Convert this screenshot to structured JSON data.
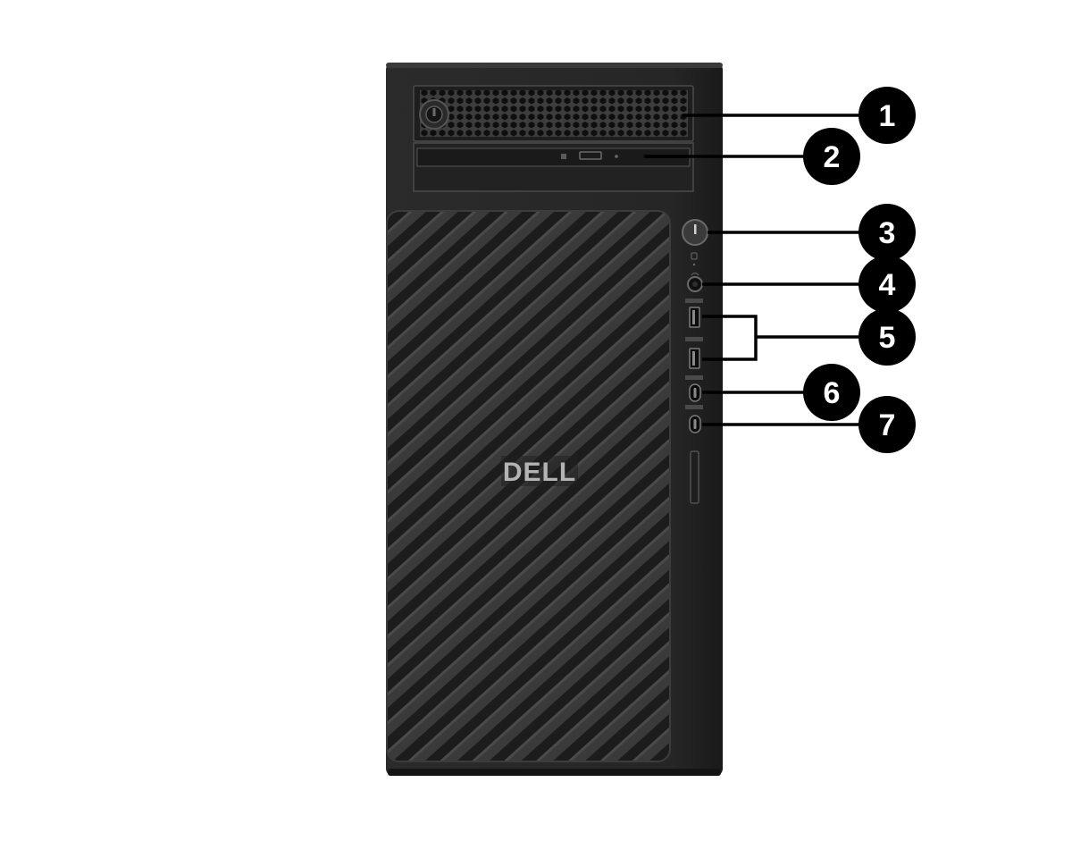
{
  "figure": {
    "brand_logo": "DELL",
    "background_color": "#ffffff",
    "chassis_color": "#262626",
    "callout_color": "#000000"
  },
  "callouts": [
    {
      "number": "1",
      "target": "slim-bay-with-lock"
    },
    {
      "number": "2",
      "target": "optical-drive-bay"
    },
    {
      "number": "3",
      "target": "power-button"
    },
    {
      "number": "4",
      "target": "headset-jack"
    },
    {
      "number": "5",
      "target": "usb-type-a-ports"
    },
    {
      "number": "6",
      "target": "usb-type-c-port-upper"
    },
    {
      "number": "7",
      "target": "usb-type-c-port-lower"
    }
  ]
}
